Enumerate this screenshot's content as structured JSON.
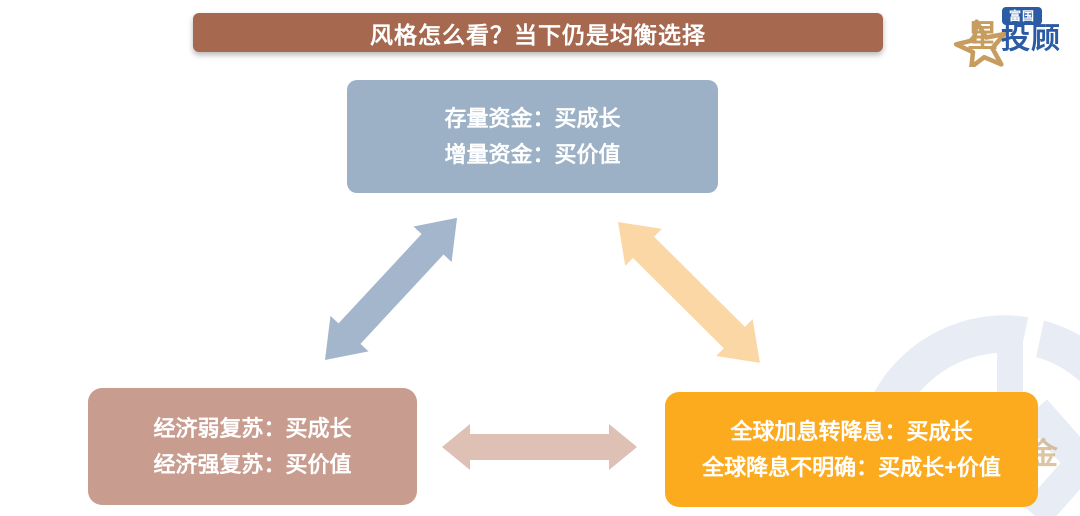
{
  "title": {
    "text": "风格怎么看？当下仍是均衡选择"
  },
  "logo": {
    "badge": "富国",
    "star_char": "星",
    "name": "投顾",
    "gold": "#c69c5f",
    "blue": "#2c5ba6"
  },
  "diagram": {
    "nodes": [
      {
        "id": "funds",
        "lines": [
          "存量资金：买成长",
          "增量资金：买价值"
        ],
        "color": "#9cb1c6"
      },
      {
        "id": "economy",
        "lines": [
          "经济弱复苏：买成长",
          "经济强复苏：买价值"
        ],
        "color": "#c89d8f"
      },
      {
        "id": "rates",
        "lines": [
          "全球加息转降息：买成长",
          "全球降息不明确：买成长+价值"
        ],
        "color": "#fcaa1e"
      }
    ],
    "arrows": [
      {
        "between": "funds-economy",
        "color": "#a3b6cb"
      },
      {
        "between": "funds-rates",
        "color": "#fbd7a6"
      },
      {
        "between": "economy-rates",
        "color": "#dec0b5"
      }
    ]
  },
  "watermark": {
    "char": "金",
    "color": "#e8edf5"
  },
  "colors": {
    "title_bg": "#a6694f",
    "title_text": "#ffffff",
    "background": "#ffffff"
  }
}
